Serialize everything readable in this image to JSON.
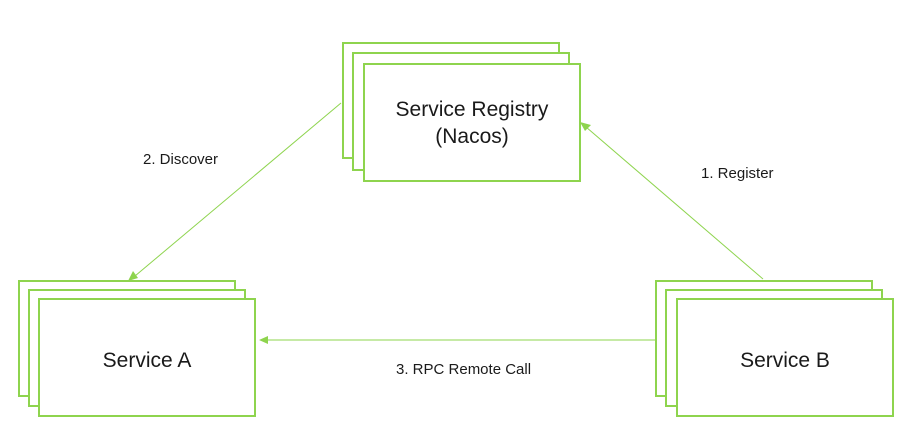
{
  "colors": {
    "node_border": "#8ed44e",
    "edge": "#8ed44e",
    "text": "#1a1a1a",
    "background": "#ffffff"
  },
  "nodes": {
    "registry": {
      "line1": "Service Registry",
      "line2": "(Nacos)"
    },
    "service_a": {
      "label": "Service A"
    },
    "service_b": {
      "label": "Service B"
    }
  },
  "edges": {
    "register": {
      "label": "1. Register"
    },
    "discover": {
      "label": "2. Discover"
    },
    "rpc_call": {
      "label": "3. RPC Remote Call"
    }
  }
}
